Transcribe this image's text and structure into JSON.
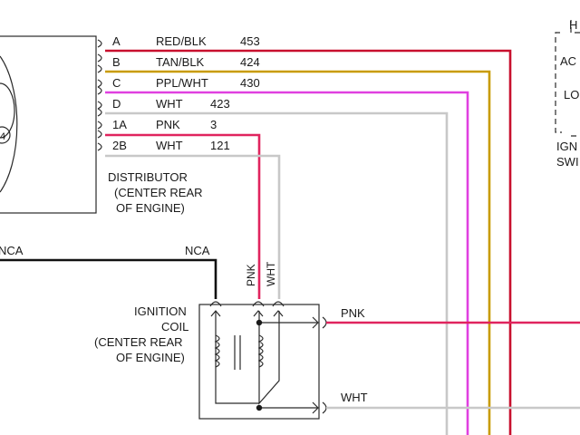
{
  "colors": {
    "red_blk": "#c8102e",
    "tan_blk": "#c89b00",
    "ppl_wht": "#e040e0",
    "wht": "#c8c8c8",
    "pnk": "#e0245e",
    "nca": "#111111"
  },
  "distributor": {
    "label_lines": [
      "DISTRIBUTOR",
      "(CENTER REAR",
      "OF ENGINE)"
    ],
    "pin_label": "4",
    "pins": [
      {
        "pin": "A",
        "color": "RED/BLK",
        "circuit": "453"
      },
      {
        "pin": "B",
        "color": "TAN/BLK",
        "circuit": "424"
      },
      {
        "pin": "C",
        "color": "PPL/WHT",
        "circuit": "430"
      },
      {
        "pin": "D",
        "color": "WHT",
        "circuit": "423"
      },
      {
        "pin": "1A",
        "color": "PNK",
        "circuit": "3"
      },
      {
        "pin": "2B",
        "color": "WHT",
        "circuit": "121"
      }
    ]
  },
  "ignition_switch": {
    "header_letter": "H",
    "positions": [
      "AC",
      "LO"
    ],
    "label_lines": [
      "IGN",
      "SWI"
    ]
  },
  "coil": {
    "label_lines": [
      "IGNITION",
      "COIL",
      "(CENTER REAR",
      "OF ENGINE)"
    ],
    "input_labels": [
      "PNK",
      "WHT"
    ],
    "output_labels": [
      "PNK",
      "WHT"
    ]
  },
  "nca": {
    "left_label": "NCA",
    "right_label": "NCA"
  }
}
